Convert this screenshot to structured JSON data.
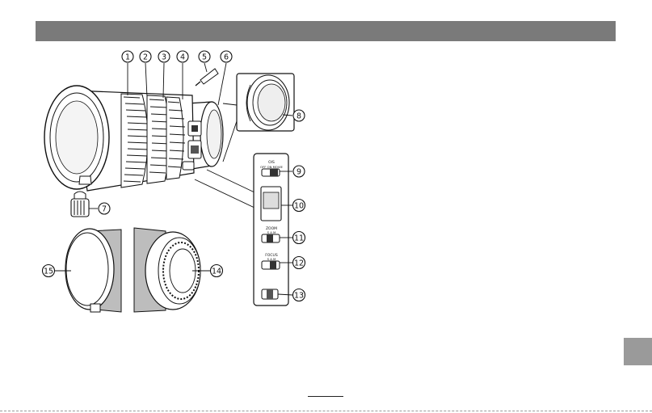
{
  "header": {
    "title": ""
  },
  "callouts": [
    "1",
    "2",
    "3",
    "4",
    "5",
    "6",
    "7",
    "8",
    "9",
    "10",
    "11",
    "12",
    "13",
    "14",
    "15"
  ],
  "switch_labels": {
    "ois": "OIS",
    "ois_modes": "OFF ON MOVIE",
    "zoom": "ZOOM",
    "zoom_modes": "S  A  M",
    "focus": "FOCUS",
    "focus_modes": "S  A  M"
  },
  "page": {
    "number": ""
  },
  "colors": {
    "header": "#7a7a7a",
    "tab": "#9a9a9a",
    "line": "#111111"
  }
}
